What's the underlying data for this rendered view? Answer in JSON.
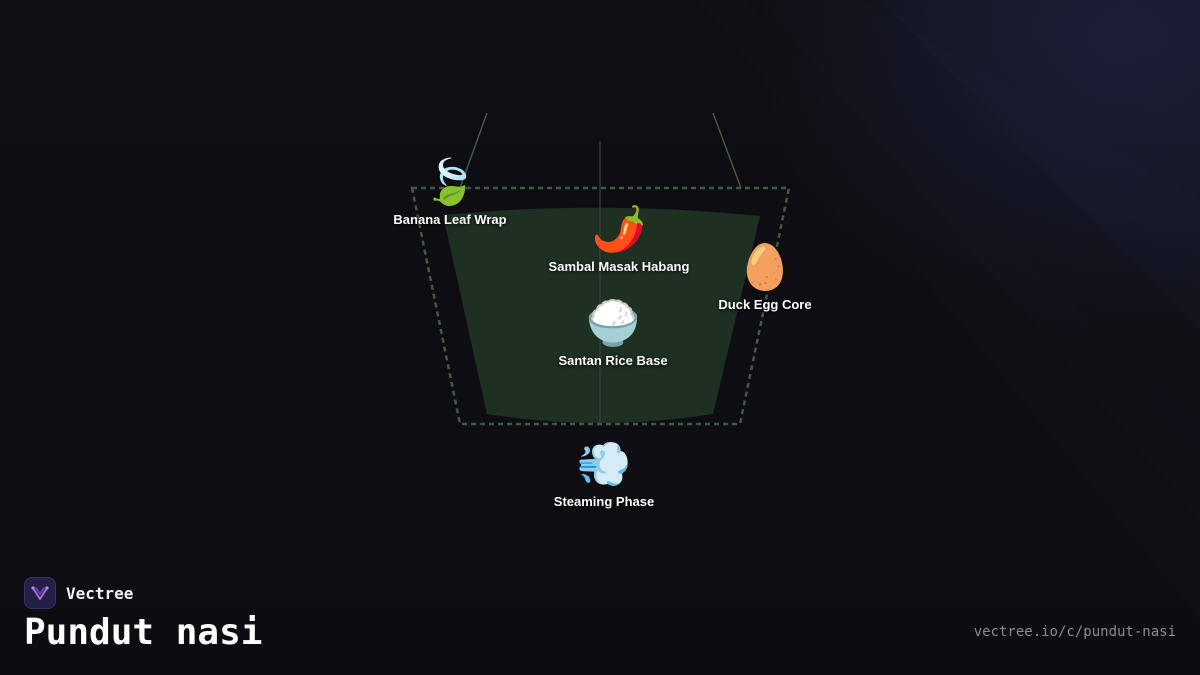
{
  "brand": {
    "name": "Vectree",
    "logo_icon": "vectree-logo-icon",
    "logo_bg": "#241f44",
    "logo_accent": "#a56bdc"
  },
  "page": {
    "title": "Pundut nasi",
    "url": "vectree.io/c/pundut-nasi"
  },
  "colors": {
    "background": "#0f0f13",
    "wrap_fill": "#1f3324",
    "wrap_outline": "#3d5a44",
    "label_text": "#ffffff",
    "url_text": "#8a8a92"
  },
  "diagram": {
    "nodes": [
      {
        "id": "banana-leaf-wrap",
        "label": "Banana Leaf Wrap",
        "icon": "leaf-icon",
        "emoji": "🍃"
      },
      {
        "id": "sambal-masak-habang",
        "label": "Sambal Masak Habang",
        "icon": "chili-pepper-icon",
        "emoji": "🌶️"
      },
      {
        "id": "duck-egg-core",
        "label": "Duck Egg Core",
        "icon": "egg-icon",
        "emoji": "🥚"
      },
      {
        "id": "santan-rice-base",
        "label": "Santan Rice Base",
        "icon": "rice-bowl-icon",
        "emoji": "🍚"
      },
      {
        "id": "steaming-phase",
        "label": "Steaming Phase",
        "icon": "steam-icon",
        "emoji": "💨"
      }
    ]
  }
}
